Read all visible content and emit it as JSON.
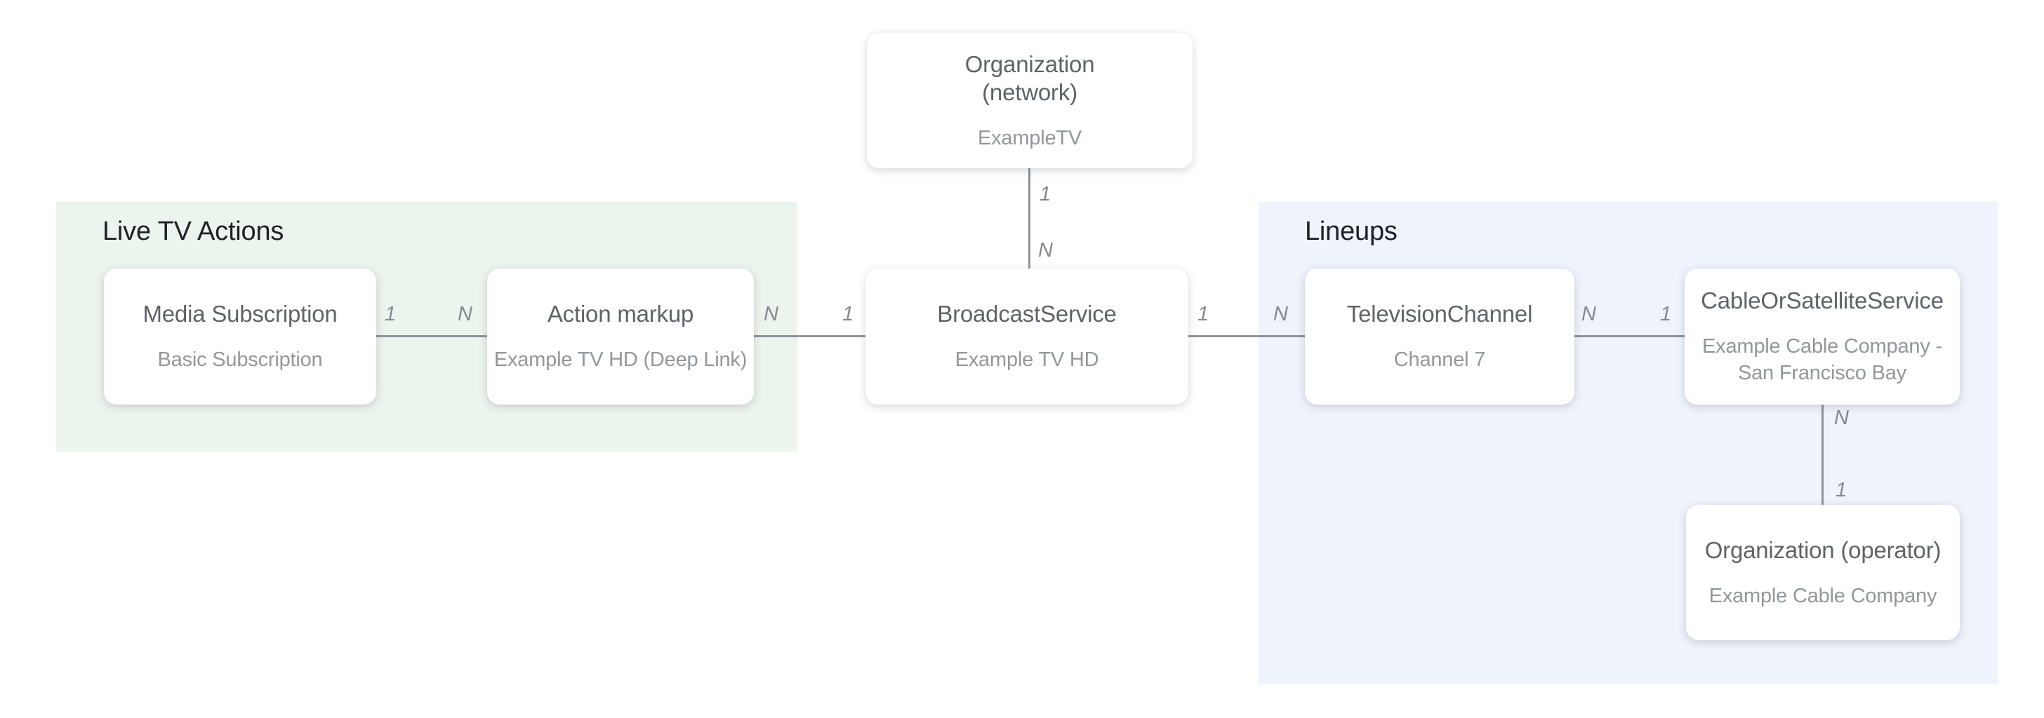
{
  "diagram": {
    "colors": {
      "region_green": "#ecf4ee",
      "region_blue": "#eef3fc",
      "connector": "#8f9397",
      "node_title": "#5f6368",
      "node_subtitle": "#92979c",
      "region_title": "#202124",
      "cardinality": "#85898e"
    },
    "regions": {
      "live_tv_actions": {
        "title": "Live TV Actions"
      },
      "lineups": {
        "title": "Lineups"
      }
    },
    "nodes": {
      "org_network": {
        "title": "Organization\n(network)",
        "subtitle": "ExampleTV"
      },
      "media_subscription": {
        "title": "Media Subscription",
        "subtitle": "Basic Subscription"
      },
      "action_markup": {
        "title": "Action markup",
        "subtitle": "Example TV HD (Deep Link)"
      },
      "broadcast_service": {
        "title": "BroadcastService",
        "subtitle": "Example TV HD"
      },
      "television_channel": {
        "title": "TelevisionChannel",
        "subtitle": "Channel 7"
      },
      "cable_or_satellite_service": {
        "title": "CableOrSatelliteService",
        "subtitle": "Example Cable Company -\nSan Francisco Bay"
      },
      "org_operator": {
        "title": "Organization (operator)",
        "subtitle": "Example Cable Company"
      }
    },
    "edges": {
      "network_to_broadcast": {
        "from": "1",
        "to": "N"
      },
      "media_to_action": {
        "from": "1",
        "to": "N"
      },
      "action_to_broadcast": {
        "from": "N",
        "to": "1"
      },
      "broadcast_to_channel": {
        "from": "1",
        "to": "N"
      },
      "channel_to_cable": {
        "from": "N",
        "to": "1"
      },
      "cable_to_operator": {
        "from": "N",
        "to": "1"
      }
    }
  }
}
